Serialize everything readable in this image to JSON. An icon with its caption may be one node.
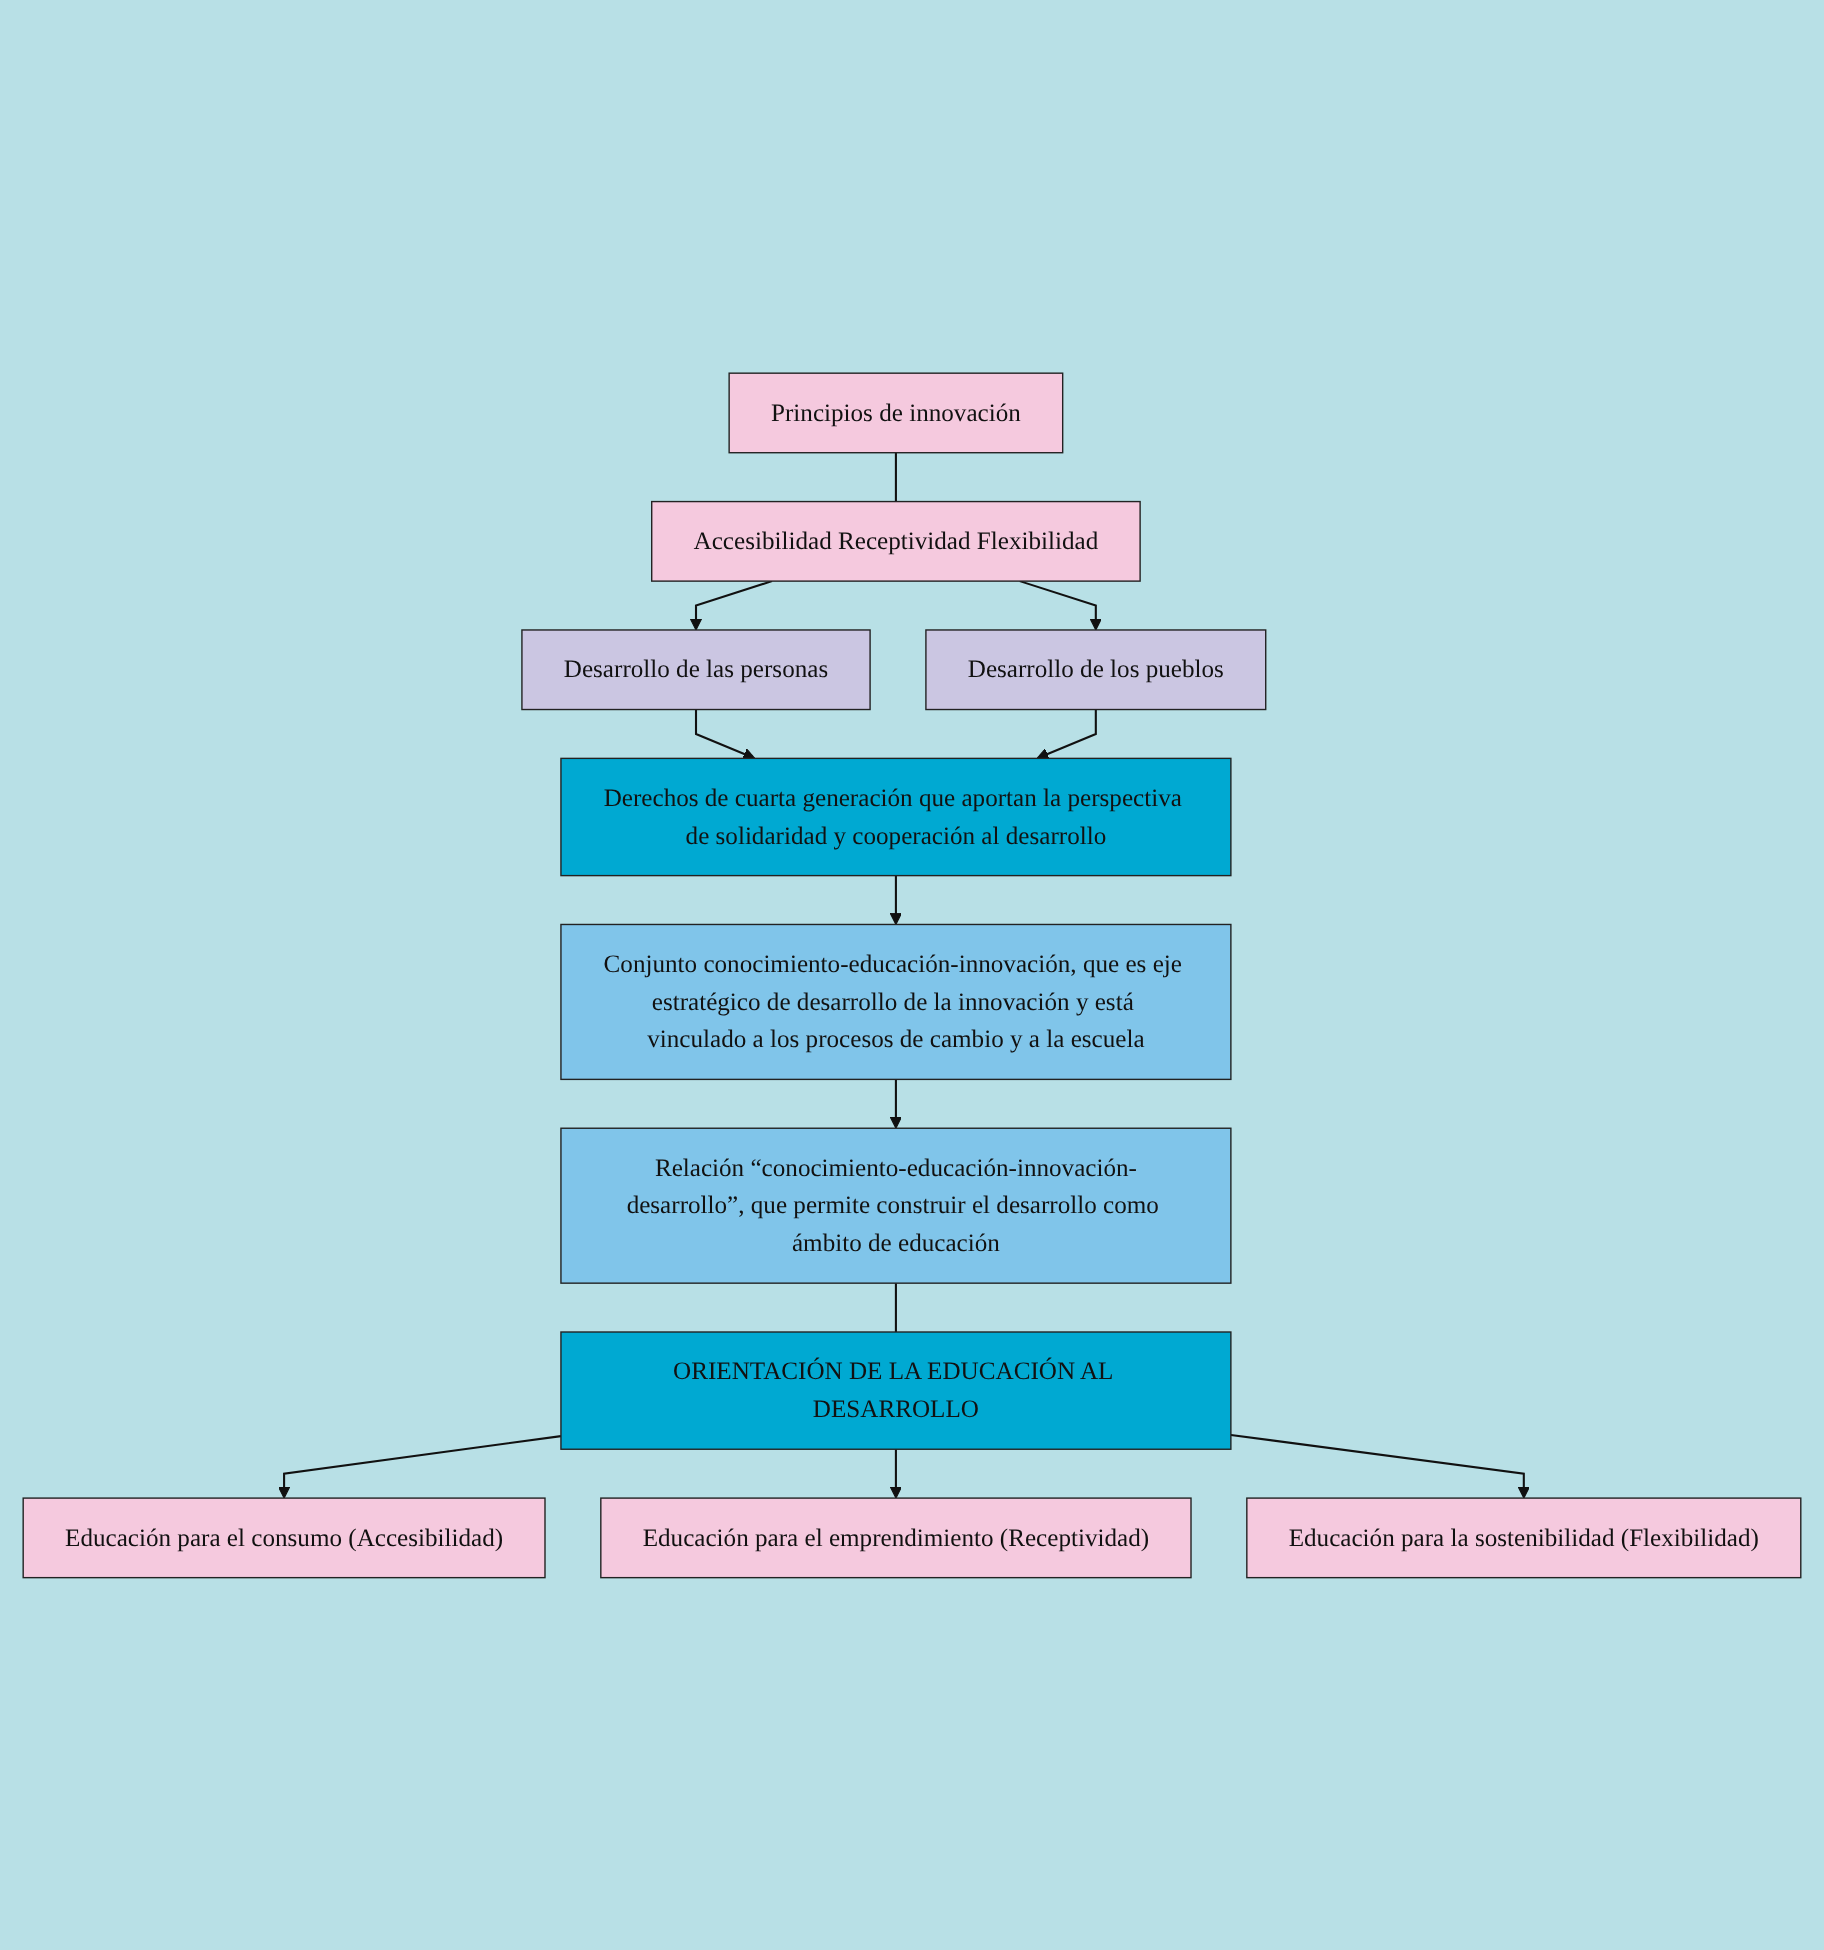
{
  "diagram": {
    "nodes": [
      {
        "text": [
          "Principios de innovación"
        ]
      },
      {
        "text": [
          "Accesibilidad Receptividad Flexibilidad"
        ]
      },
      {
        "text": [
          "Desarrollo de las personas"
        ]
      },
      {
        "text": [
          "Desarrollo de los pueblos"
        ]
      },
      {
        "text": [
          "Derechos de cuarta generación que aportan la perspectiva de solidaridad y cooperación al desarrollo"
        ]
      },
      {
        "text": [
          "Conjunto conocimiento-educación-innovación, que es eje estratégico de desarrollo de la innovación y está vinculado a los procesos de cambio y a la escuela"
        ]
      },
      {
        "text": [
          "Relación “conocimiento-educación-innovación-desarrollo”, que permite construir el desarrollo como ámbito de educación"
        ]
      },
      {
        "text": [
          "ORIENTACIÓN DE LA EDUCACIÓN AL DESARROLLO"
        ]
      },
      {
        "text": [
          "Educación para el consumo (Accesibilidad)"
        ]
      },
      {
        "text": [
          "Educación para el emprendimiento (Receptividad)"
        ]
      },
      {
        "text": [
          "Educación para la sostenibilidad (Flexibilidad)"
        ]
      }
    ],
    "edges": [
      {
        "from": 0,
        "to": 1,
        "arrow": "none"
      },
      {
        "from": 1,
        "to": 2,
        "arrow": "to"
      },
      {
        "from": 1,
        "to": 3,
        "arrow": "to"
      },
      {
        "from": 2,
        "to": 4,
        "arrow": "to"
      },
      {
        "from": 3,
        "to": 4,
        "arrow": "to"
      },
      {
        "from": 4,
        "to": 5,
        "arrow": "to"
      },
      {
        "from": 5,
        "to": 6,
        "arrow": "to"
      },
      {
        "from": 6,
        "to": 7,
        "arrow": "none"
      },
      {
        "from": 7,
        "to": 8,
        "arrow": "to"
      },
      {
        "from": 7,
        "to": 9,
        "arrow": "to"
      },
      {
        "from": 7,
        "to": 10,
        "arrow": "to"
      }
    ]
  }
}
